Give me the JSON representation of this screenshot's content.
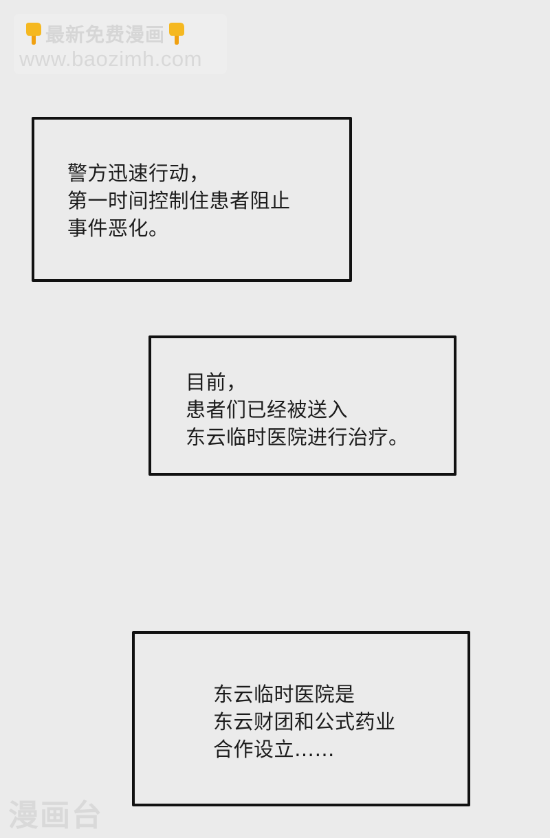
{
  "watermark_top": {
    "title": "最新免费漫画",
    "url": "www.baozimh.com",
    "left_icon": "pointing-down-hand-icon",
    "right_icon": "pointing-down-hand-icon",
    "icon_color": "#f5b820"
  },
  "captions": [
    {
      "lines": [
        "警方迅速行动，",
        "第一时间控制住患者阻止",
        "事件恶化。"
      ]
    },
    {
      "lines": [
        "目前，",
        "患者们已经被送入",
        "东云临时医院进行治疗。"
      ]
    },
    {
      "lines": [
        "东云临时医院是",
        "东云财团和公式药业",
        "合作设立……"
      ]
    }
  ],
  "watermark_bottom": {
    "text": "漫画台"
  },
  "colors": {
    "background": "#ebebeb",
    "border": "#111111",
    "text": "#1c1c1c",
    "watermark": "#d6d6d6"
  }
}
